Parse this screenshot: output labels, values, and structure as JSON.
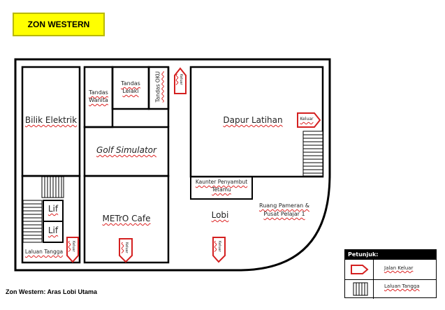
{
  "zone_title": "ZON WESTERN",
  "caption": "Zon Western: Aras Lobi Utama",
  "rooms": {
    "bilik_elektrik": "Bilik Elektrik",
    "tandas_wanita_1": "Tandas",
    "tandas_wanita_2": "Wanita",
    "tandas_lelaki_1": "Tandas",
    "tandas_lelaki_2": "Lelaki",
    "tandas_oku": "Tandas OKU",
    "golf_simulator": "Golf Simulator",
    "dapur_latihan": "Dapur Latihan",
    "kaunter_1": "Kaunter Penyambut",
    "kaunter_2": "Tetamu",
    "lif_top": "Lif",
    "lif_bottom": "Lif",
    "metro_cafe": "METrO Cafe",
    "lobi": "Lobi",
    "ruang_pameran_1": "Ruang Pameran &",
    "ruang_pameran_2": "Pusat Pelajar 1",
    "laluan_tangga": "Laluan Tangga"
  },
  "exit_labels": {
    "top": "Keluar",
    "dapur": "Keluar",
    "bottom_left": "Keluar",
    "bottom_cafe": "Keluar",
    "bottom_lobi": "Keluar"
  },
  "legend": {
    "heading": "Petunjuk:",
    "exit": "Jalan Keluar",
    "stairs": "Laluan Tangga"
  },
  "colors": {
    "title_bg": "#ffff00",
    "exit_arrow": "#d42020",
    "wall": "#000000"
  }
}
